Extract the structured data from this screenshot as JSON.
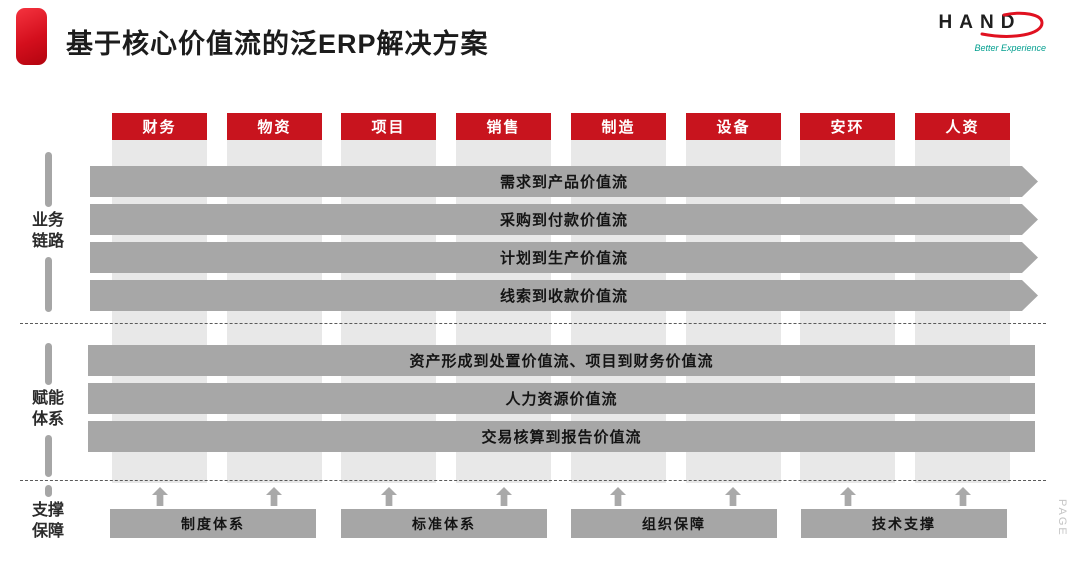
{
  "page": {
    "title": "基于核心价值流的泛ERP解决方案",
    "page_label": "PAGE"
  },
  "logo": {
    "name": "HAND",
    "tagline": "Better Experience"
  },
  "colors": {
    "brand_red": "#C8141E",
    "arrow_gray": "#A7A7A7",
    "column_bg_gray": "#E8E8E8",
    "tagline_teal": "#009E8E"
  },
  "column_headers": [
    "财务",
    "物资",
    "项目",
    "销售",
    "制造",
    "设备",
    "安环",
    "人资"
  ],
  "sections": {
    "business": {
      "label_lines": [
        "业务",
        "链路"
      ],
      "streams": [
        "需求到产品价值流",
        "采购到付款价值流",
        "计划到生产价值流",
        "线索到收款价值流"
      ]
    },
    "enable": {
      "label_lines": [
        "赋能",
        "体系"
      ],
      "streams": [
        "资产形成到处置价值流、项目到财务价值流",
        "人力资源价值流",
        "交易核算到报告价值流"
      ]
    },
    "support": {
      "label_lines": [
        "支撑",
        "保障"
      ],
      "boxes": [
        "制度体系",
        "标准体系",
        "组织保障",
        "技术支撑"
      ]
    }
  }
}
